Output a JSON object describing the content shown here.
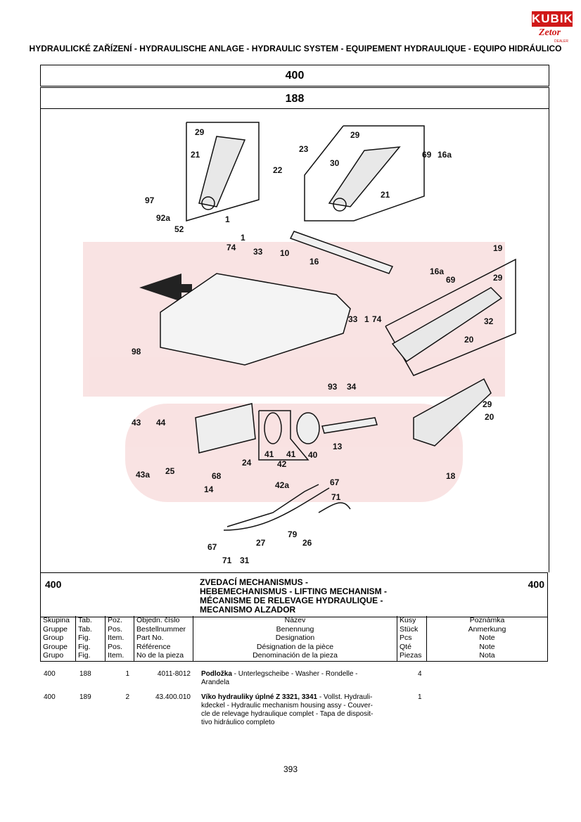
{
  "logo": {
    "brand": "KUBIK",
    "product": "Zetor",
    "sub": "DEALER"
  },
  "header": {
    "title": "HYDRAULICKÉ ZAŘÍZENÍ - HYDRAULISCHE ANLAGE - HYDRAULIC SYSTEM - EQUIPEMENT HYDRAULIQUE - EQUIPO HIDRÁULICO",
    "group": "400",
    "table": "188"
  },
  "diagram": {
    "callouts": [
      "29",
      "21",
      "22",
      "23",
      "29",
      "30",
      "69",
      "16a",
      "21",
      "97",
      "92a",
      "52",
      "1",
      "1",
      "74",
      "33",
      "10",
      "16",
      "19",
      "16a",
      "69",
      "29",
      "32",
      "33",
      "1",
      "74",
      "20",
      "98",
      "93",
      "34",
      "29",
      "20",
      "43",
      "44",
      "24",
      "41",
      "42",
      "41",
      "40",
      "13",
      "43a",
      "25",
      "68",
      "14",
      "42a",
      "67",
      "71",
      "79",
      "26",
      "67",
      "71",
      "31",
      "27",
      "18"
    ]
  },
  "section": {
    "group_left": "400",
    "group_right": "400",
    "title_lines": [
      "ZVEDACÍ MECHANISMUS -",
      "HEBEMECHANISMUS - LIFTING MECHANISM -",
      "MÉCANISME DE RELEVAGE HYDRAULIQUE -",
      "MECANISMO ALZADOR"
    ]
  },
  "columns": {
    "skupina": [
      "Skupina",
      "Gruppe",
      "Group",
      "Groupe",
      "Grupo"
    ],
    "tab": [
      "Tab.",
      "Tab.",
      "Fig.",
      "Fig.",
      "Fig."
    ],
    "poz": [
      "Poz.",
      "Pos.",
      "Item.",
      "Pos.",
      "Item."
    ],
    "objedn": [
      "Objedn. číslo",
      "Bestellnummer",
      "Part No.",
      "Référence",
      "No de la pieza"
    ],
    "nazev": [
      "Název",
      "Benennung",
      "Designation",
      "Désignation de la pièce",
      "Denominación de la pieza"
    ],
    "kusy": [
      "Kusy",
      "Stück",
      "Pcs",
      "Qté",
      "Piezas"
    ],
    "poznamka": [
      "Poznámka",
      "Anmerkung",
      "Note",
      "Note",
      "Nota"
    ]
  },
  "rows": [
    {
      "group": "400",
      "tab": "188",
      "pos": "1",
      "part": "4011-8012",
      "name_bold": "Podložka",
      "name_rest_lines": [
        " - Unterlegscheibe - Washer - Rondelle -",
        "Arandela"
      ],
      "qty": "4"
    },
    {
      "group": "400",
      "tab": "189",
      "pos": "2",
      "part": "43.400.010",
      "name_bold": "Víko hydrauliky úplné Z 3321, 3341",
      "name_rest_lines": [
        " - Vollst. Hydrauli-",
        "kdeckel - Hydraulic mechanism housing assy - Couver-",
        "cle de relevage hydraulique complet - Tapa de disposit-",
        "tivo hidráulico completo"
      ],
      "qty": "1"
    }
  ],
  "page_number": "393"
}
